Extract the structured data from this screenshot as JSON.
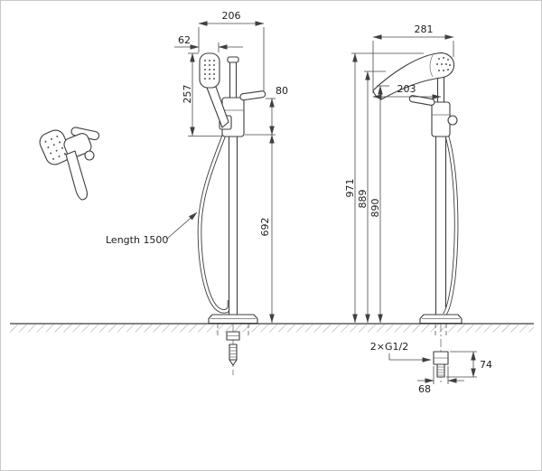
{
  "drawing": {
    "labels": {
      "front_width": "206",
      "handset_width": "62",
      "handset_height": "257",
      "lever_offset": "80",
      "spout_floor_height": "692",
      "hose_length": "Length 1500",
      "side_reach": "281",
      "spout_reach": "203",
      "total_height": "971",
      "height_a": "889",
      "height_b": "890",
      "connection_thread": "2×G1/2",
      "tail_spacing": "68",
      "tail_length": "74"
    },
    "colors": {
      "line": "#3c3c3c",
      "dimension": "#474747",
      "hatch": "#a3a3a3",
      "text": "#1c1c1c",
      "background": "#ffffff"
    }
  }
}
